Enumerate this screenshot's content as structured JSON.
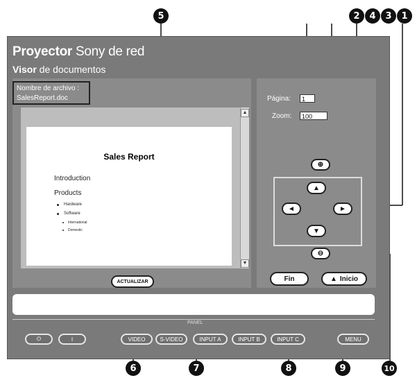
{
  "window": {
    "title_bold": "Proyector",
    "title_rest": " Sony de red",
    "subtitle_bold": "Visor",
    "subtitle_rest": " de documentos"
  },
  "file": {
    "label": "Nombre de archivo :",
    "name": "SalesReport.doc"
  },
  "document": {
    "title": "Sales Report",
    "lines": [
      "Introduction",
      "Products",
      "Hardware",
      "Software",
      "International",
      "Domestic"
    ]
  },
  "controls": {
    "page_label": "Página:",
    "page_value": "1",
    "zoom_label": "Zoom:",
    "zoom_value": "100"
  },
  "buttons": {
    "refresh": "ACTUALIZAR",
    "end": "Fin",
    "start": "Inicio",
    "up": "▲",
    "down": "▼",
    "left": "◄",
    "right": "►"
  },
  "panel": {
    "label": "PANEL"
  },
  "panel_buttons": [
    "⏻",
    "I",
    "VIDEO",
    "S-VIDEO",
    "INPUT A",
    "INPUT B",
    "INPUT C",
    "MENU"
  ],
  "callouts": [
    "1",
    "2",
    "3",
    "4",
    "5",
    "6",
    "7",
    "8",
    "9",
    "10"
  ]
}
